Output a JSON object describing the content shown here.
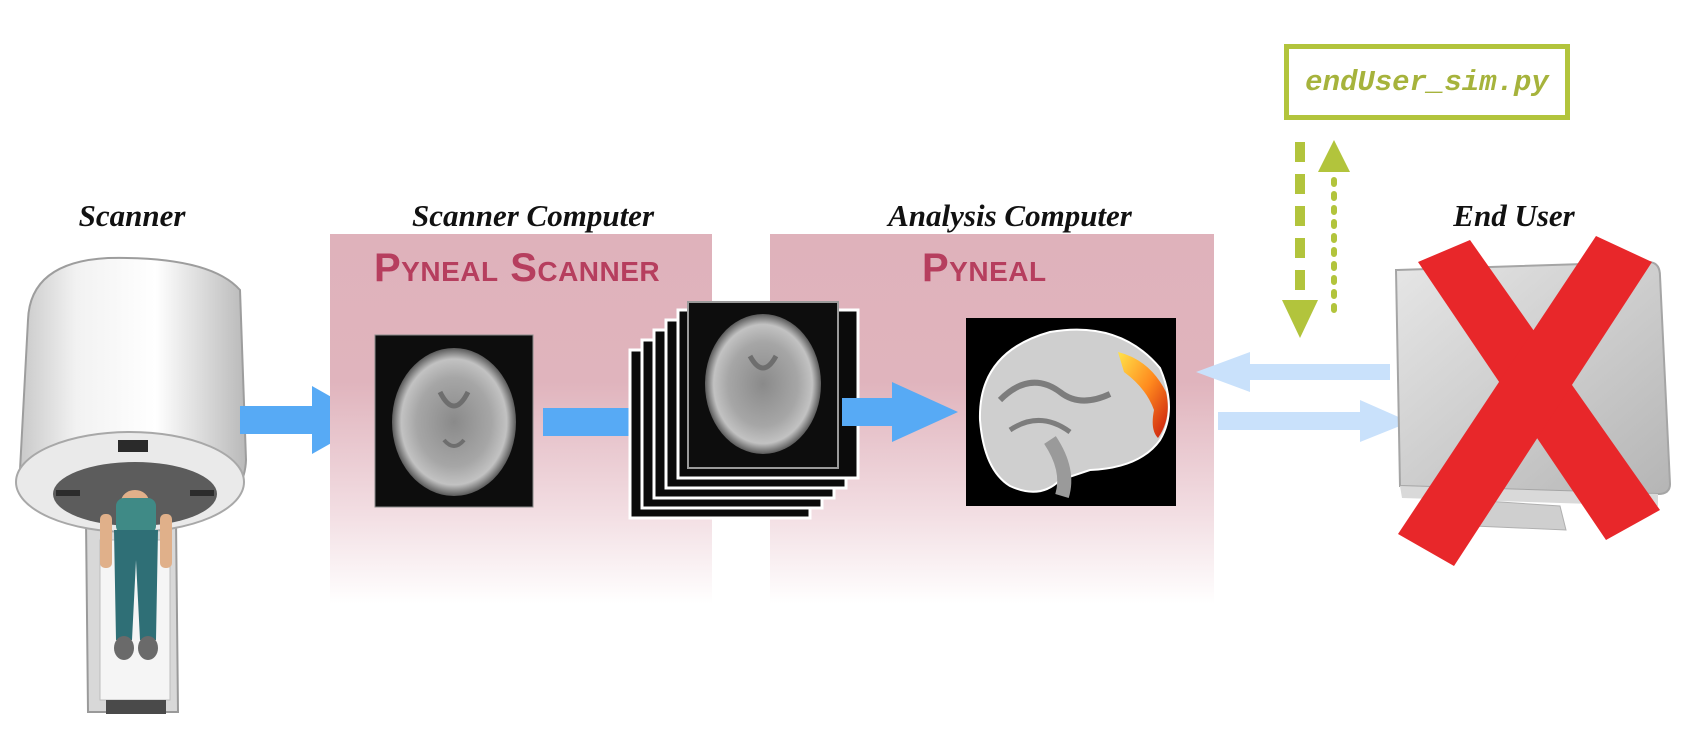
{
  "columns": {
    "scanner": "Scanner",
    "scanner_computer": "Scanner Computer",
    "analysis_computer": "Analysis Computer",
    "end_user": "End User"
  },
  "panels": {
    "scanner_computer_title": "Pyneal Scanner",
    "analysis_computer_title": "Pyneal"
  },
  "sim_script": "endUser_sim.py",
  "colors": {
    "panel": "#dfb2bb",
    "panel_title": "#b63e5e",
    "flow_arrow": "#57aaf5",
    "faded_arrow": "#c9e1fb",
    "sim_box": "#b2c43c",
    "red_x": "#e8272a"
  },
  "icons": {
    "scanner": "mri-scanner-icon",
    "end_user": "computer-monitor-icon",
    "disabled": "red-x-icon"
  }
}
